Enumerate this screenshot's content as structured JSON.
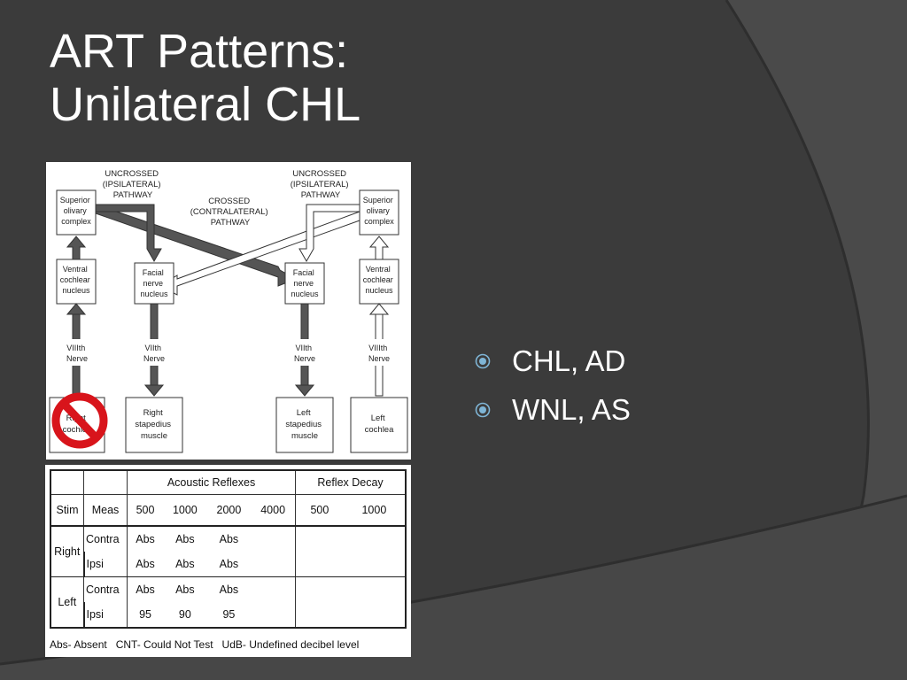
{
  "slide": {
    "title_line1": "ART Patterns:",
    "title_line2": "Unilateral CHL",
    "bullets": [
      "CHL, AD",
      "WNL, AS"
    ],
    "colors": {
      "background": "#3b3b3b",
      "text": "#ffffff",
      "bullet": "#7fb5d6"
    }
  },
  "diagram": {
    "uncrossed_label_left": [
      "UNCROSSED",
      "(IPSILATERAL)",
      "PATHWAY"
    ],
    "uncrossed_label_right": [
      "UNCROSSED",
      "(IPSILATERAL)",
      "PATHWAY"
    ],
    "crossed_label": [
      "CROSSED",
      "(CONTRALATERAL)",
      "PATHWAY"
    ],
    "soc_left": [
      "Superior",
      "olivary",
      "complex"
    ],
    "soc_right": [
      "Superior",
      "olivary",
      "complex"
    ],
    "vcn_left": [
      "Ventral",
      "cochlear",
      "nucleus"
    ],
    "vcn_right": [
      "Ventral",
      "cochlear",
      "nucleus"
    ],
    "facial_left": [
      "Facial",
      "nerve",
      "nucleus"
    ],
    "facial_right": [
      "Facial",
      "nerve",
      "nucleus"
    ],
    "nerve_labels": [
      [
        "VIIIth",
        "Nerve"
      ],
      [
        "VIIth",
        "Nerve"
      ],
      [
        "VIIth",
        "Nerve"
      ],
      [
        "VIIIth",
        "Nerve"
      ]
    ],
    "right_cochlea": [
      "Right",
      "cochlea"
    ],
    "right_stapedius": [
      "Right",
      "stapedius",
      "muscle"
    ],
    "left_stapedius": [
      "Left",
      "stapedius",
      "muscle"
    ],
    "left_cochlea": [
      "Left",
      "cochlea"
    ],
    "no_symbol_icon": "no-entry-icon"
  },
  "table": {
    "group_headers": {
      "acoustic": "Acoustic Reflexes",
      "decay": "Reflex Decay"
    },
    "columns": [
      "Stim",
      "Meas",
      "500",
      "1000",
      "2000",
      "4000",
      "500",
      "1000"
    ],
    "rows": [
      {
        "stim": "Right",
        "meas": "Contra",
        "values": [
          "Abs",
          "Abs",
          "Abs",
          "",
          "",
          ""
        ]
      },
      {
        "stim": "",
        "meas": "Ipsi",
        "values": [
          "Abs",
          "Abs",
          "Abs",
          "",
          "",
          ""
        ]
      },
      {
        "stim": "Left",
        "meas": "Contra",
        "values": [
          "Abs",
          "Abs",
          "Abs",
          "",
          "",
          ""
        ]
      },
      {
        "stim": "",
        "meas": "Ipsi",
        "values": [
          "95",
          "90",
          "95",
          "",
          "",
          ""
        ]
      }
    ],
    "legend": "Abs- Absent   CNT- Could Not Test   UdB- Undefined decibel level"
  }
}
